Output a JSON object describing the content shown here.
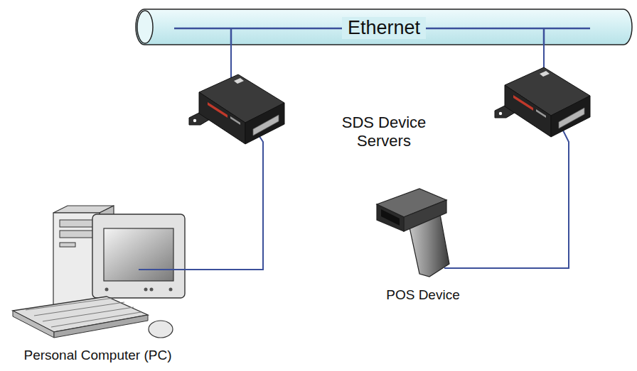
{
  "diagram": {
    "nodes": [
      {
        "text": [
          "Ethernet"
        ]
      },
      {
        "text": [
          "Personal Computer (PC)"
        ]
      },
      {
        "text": [
          "POS Device"
        ]
      }
    ],
    "edges": [
      {
        "from": 1,
        "to": 0,
        "arrow": "none"
      },
      {
        "from": 2,
        "to": 0,
        "arrow": "none"
      }
    ],
    "labels": [
      "SDS Device Servers"
    ]
  }
}
